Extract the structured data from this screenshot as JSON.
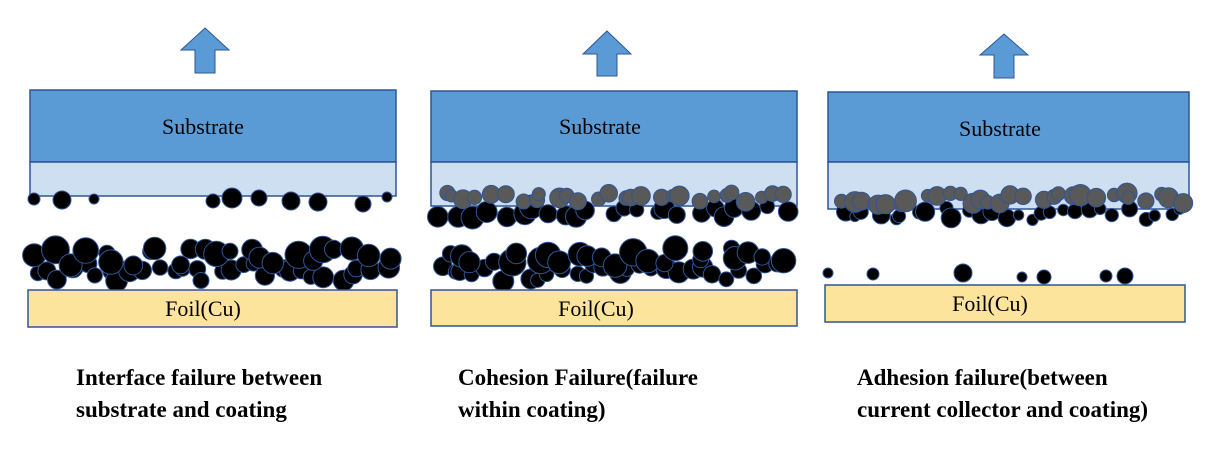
{
  "panels": [
    {
      "id": "interface",
      "substrate_label": "Substrate",
      "foil_label": "Foil(Cu)",
      "caption": [
        "Interface failure between",
        "substrate and coating"
      ]
    },
    {
      "id": "cohesion",
      "substrate_label": "Substrate",
      "foil_label": "Foil(Cu)",
      "caption": [
        "Cohesion Failure(failure",
        "within coating)"
      ]
    },
    {
      "id": "adhesion",
      "substrate_label": "Substrate",
      "foil_label": "Foil(Cu)",
      "caption": [
        "Adhesion failure(between",
        "current collector and coating)"
      ]
    }
  ],
  "colors": {
    "arrow": "#5b9bd5",
    "substrate": "#5b9bd5",
    "coating_layer": "#cfdff2",
    "foil": "#fde49c",
    "outline": "#2f5597",
    "particle_dark": "#000000",
    "particle_light": "#595959"
  }
}
